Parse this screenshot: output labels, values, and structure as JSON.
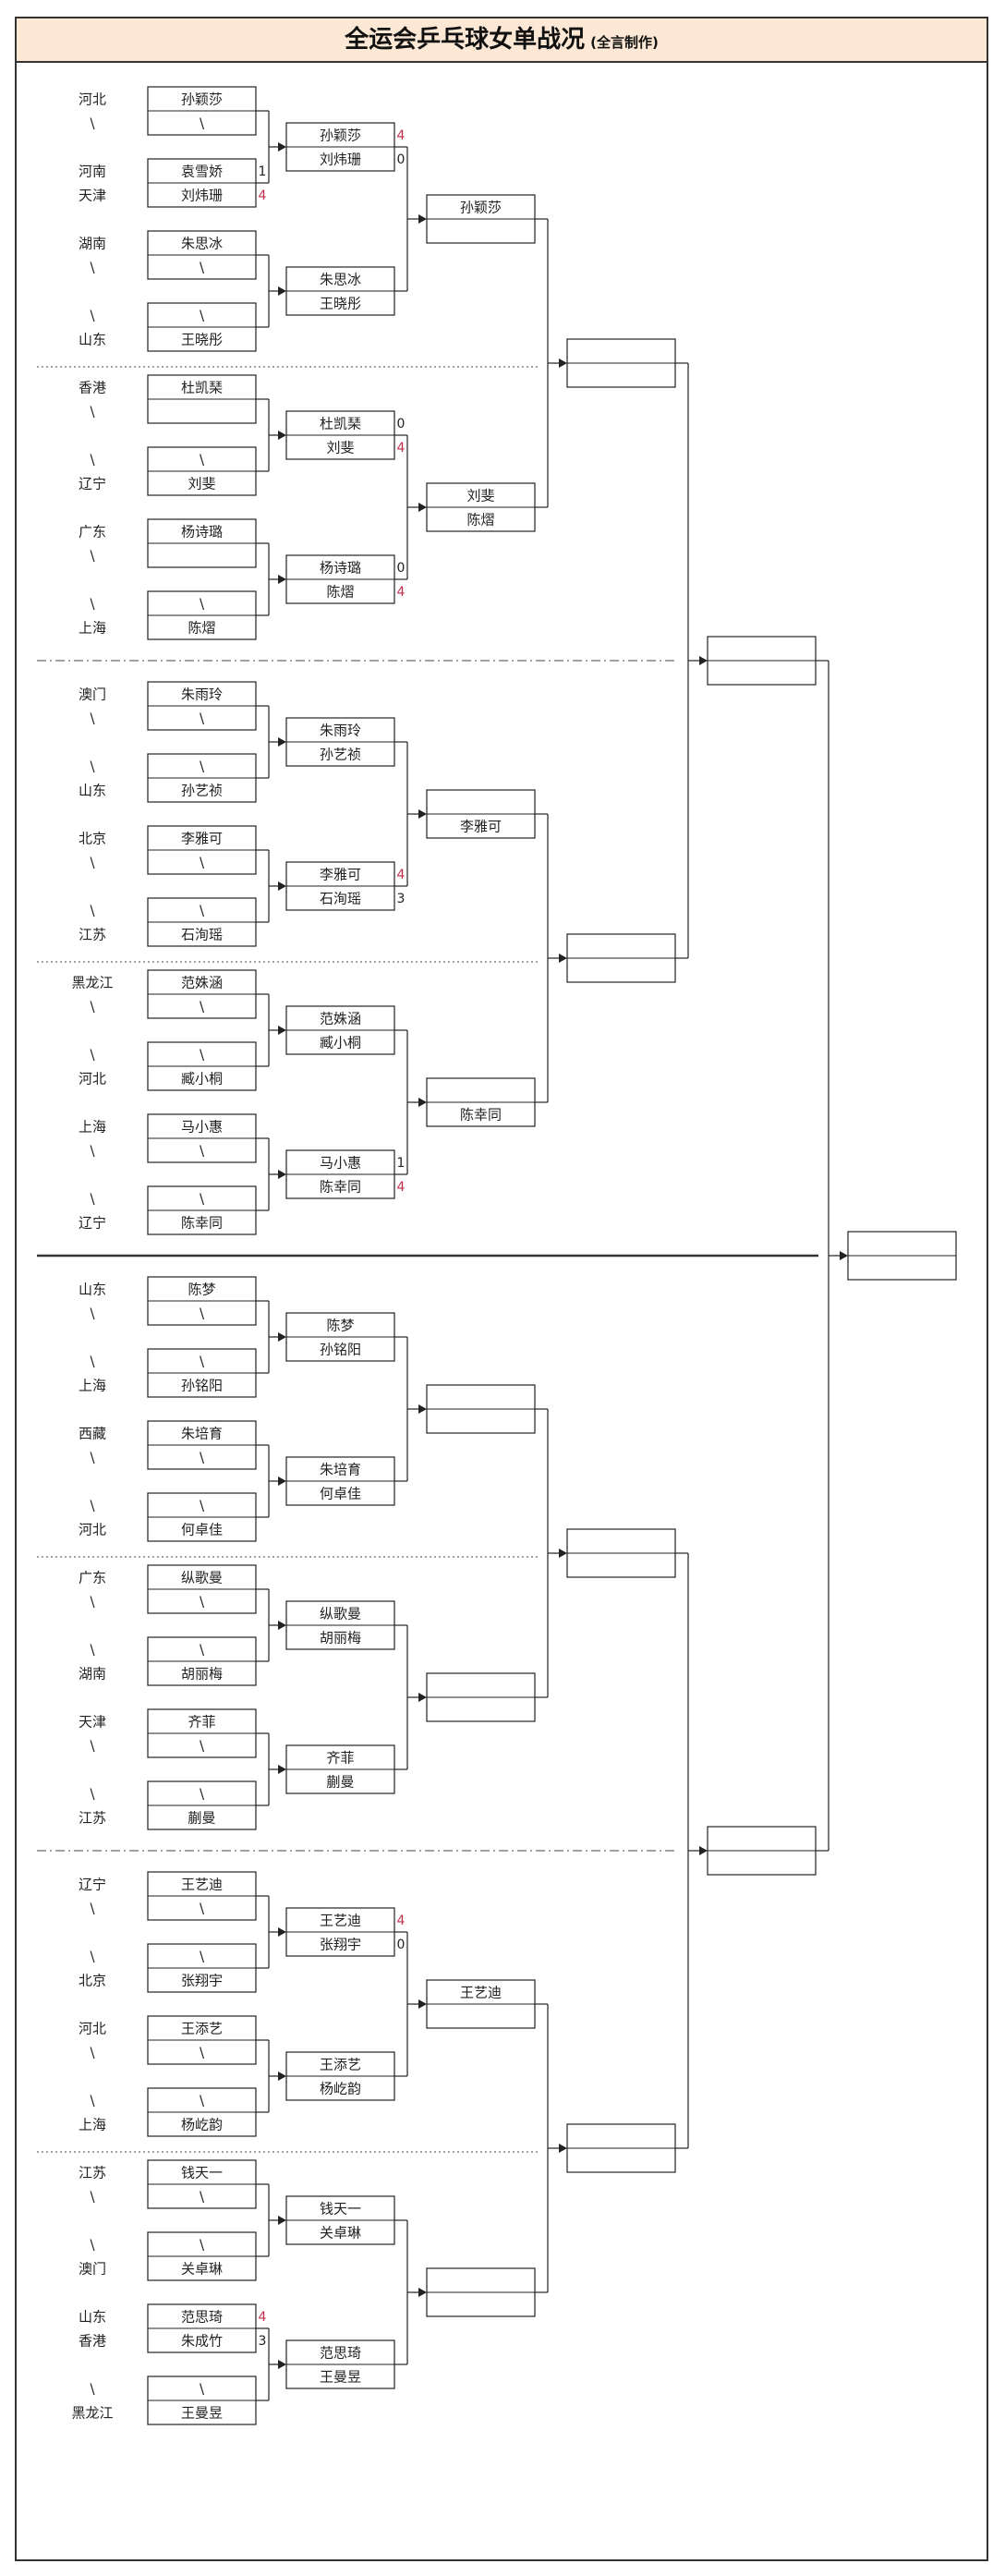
{
  "title": "全运会乒乓球女单战况",
  "subtitle": "(全言制作)",
  "colors": {
    "score_win": "#c0304a",
    "score_loss": "#222222",
    "line": "#222222",
    "title_bg": "#fce8d4"
  },
  "r1": [
    {
      "top": {
        "prov": "河北",
        "name": "孙颖莎",
        "score": ""
      },
      "bot": {
        "prov": "\\",
        "name": "\\",
        "score": ""
      }
    },
    {
      "top": {
        "prov": "河南",
        "name": "袁雪娇",
        "score": "1"
      },
      "bot": {
        "prov": "天津",
        "name": "刘炜珊",
        "score": "4"
      }
    },
    {
      "top": {
        "prov": "湖南",
        "name": "朱思冰",
        "score": ""
      },
      "bot": {
        "prov": "\\",
        "name": "\\",
        "score": ""
      }
    },
    {
      "top": {
        "prov": "\\",
        "name": "\\",
        "score": ""
      },
      "bot": {
        "prov": "山东",
        "name": "王晓彤",
        "score": ""
      }
    },
    {
      "top": {
        "prov": "香港",
        "name": "杜凯琹",
        "score": ""
      },
      "bot": {
        "prov": "\\",
        "name": "",
        "score": ""
      }
    },
    {
      "top": {
        "prov": "\\",
        "name": "\\",
        "score": ""
      },
      "bot": {
        "prov": "辽宁",
        "name": "刘斐",
        "score": ""
      }
    },
    {
      "top": {
        "prov": "广东",
        "name": "杨诗璐",
        "score": ""
      },
      "bot": {
        "prov": "\\",
        "name": "",
        "score": ""
      }
    },
    {
      "top": {
        "prov": "\\",
        "name": "\\",
        "score": ""
      },
      "bot": {
        "prov": "上海",
        "name": "陈熠",
        "score": ""
      }
    },
    {
      "top": {
        "prov": "澳门",
        "name": "朱雨玲",
        "score": ""
      },
      "bot": {
        "prov": "\\",
        "name": "\\",
        "score": ""
      }
    },
    {
      "top": {
        "prov": "\\",
        "name": "\\",
        "score": ""
      },
      "bot": {
        "prov": "山东",
        "name": "孙艺祯",
        "score": ""
      }
    },
    {
      "top": {
        "prov": "北京",
        "name": "李雅可",
        "score": ""
      },
      "bot": {
        "prov": "\\",
        "name": "\\",
        "score": ""
      }
    },
    {
      "top": {
        "prov": "\\",
        "name": "\\",
        "score": ""
      },
      "bot": {
        "prov": "江苏",
        "name": "石洵瑶",
        "score": ""
      }
    },
    {
      "top": {
        "prov": "黑龙江",
        "name": "范姝涵",
        "score": ""
      },
      "bot": {
        "prov": "\\",
        "name": "\\",
        "score": ""
      }
    },
    {
      "top": {
        "prov": "\\",
        "name": "\\",
        "score": ""
      },
      "bot": {
        "prov": "河北",
        "name": "臧小桐",
        "score": ""
      }
    },
    {
      "top": {
        "prov": "上海",
        "name": "马小惠",
        "score": ""
      },
      "bot": {
        "prov": "\\",
        "name": "\\",
        "score": ""
      }
    },
    {
      "top": {
        "prov": "\\",
        "name": "\\",
        "score": ""
      },
      "bot": {
        "prov": "辽宁",
        "name": "陈幸同",
        "score": ""
      }
    },
    {
      "top": {
        "prov": "山东",
        "name": "陈梦",
        "score": ""
      },
      "bot": {
        "prov": "\\",
        "name": "\\",
        "score": ""
      }
    },
    {
      "top": {
        "prov": "\\",
        "name": "\\",
        "score": ""
      },
      "bot": {
        "prov": "上海",
        "name": "孙铭阳",
        "score": ""
      }
    },
    {
      "top": {
        "prov": "西藏",
        "name": "朱培育",
        "score": ""
      },
      "bot": {
        "prov": "\\",
        "name": "\\",
        "score": ""
      }
    },
    {
      "top": {
        "prov": "\\",
        "name": "\\",
        "score": ""
      },
      "bot": {
        "prov": "河北",
        "name": "何卓佳",
        "score": ""
      }
    },
    {
      "top": {
        "prov": "广东",
        "name": "纵歌曼",
        "score": ""
      },
      "bot": {
        "prov": "\\",
        "name": "\\",
        "score": ""
      }
    },
    {
      "top": {
        "prov": "\\",
        "name": "\\",
        "score": ""
      },
      "bot": {
        "prov": "湖南",
        "name": "胡丽梅",
        "score": ""
      }
    },
    {
      "top": {
        "prov": "天津",
        "name": "齐菲",
        "score": ""
      },
      "bot": {
        "prov": "\\",
        "name": "\\",
        "score": ""
      }
    },
    {
      "top": {
        "prov": "\\",
        "name": "\\",
        "score": ""
      },
      "bot": {
        "prov": "江苏",
        "name": "蒯曼",
        "score": ""
      }
    },
    {
      "top": {
        "prov": "辽宁",
        "name": "王艺迪",
        "score": ""
      },
      "bot": {
        "prov": "\\",
        "name": "\\",
        "score": ""
      }
    },
    {
      "top": {
        "prov": "\\",
        "name": "\\",
        "score": ""
      },
      "bot": {
        "prov": "北京",
        "name": "张翔宇",
        "score": ""
      }
    },
    {
      "top": {
        "prov": "河北",
        "name": "王添艺",
        "score": ""
      },
      "bot": {
        "prov": "\\",
        "name": "\\",
        "score": ""
      }
    },
    {
      "top": {
        "prov": "\\",
        "name": "\\",
        "score": ""
      },
      "bot": {
        "prov": "上海",
        "name": "杨屹韵",
        "score": ""
      }
    },
    {
      "top": {
        "prov": "江苏",
        "name": "钱天一",
        "score": ""
      },
      "bot": {
        "prov": "\\",
        "name": "\\",
        "score": ""
      }
    },
    {
      "top": {
        "prov": "\\",
        "name": "\\",
        "score": ""
      },
      "bot": {
        "prov": "澳门",
        "name": "关卓琳",
        "score": ""
      }
    },
    {
      "top": {
        "prov": "山东",
        "name": "范思琦",
        "score": "4"
      },
      "bot": {
        "prov": "香港",
        "name": "朱成竹",
        "score": "3"
      }
    },
    {
      "top": {
        "prov": "\\",
        "name": "\\",
        "score": ""
      },
      "bot": {
        "prov": "黑龙江",
        "name": "王曼昱",
        "score": ""
      }
    }
  ],
  "r2": [
    {
      "top": {
        "name": "孙颖莎",
        "score": "4"
      },
      "bot": {
        "name": "刘炜珊",
        "score": "0"
      }
    },
    {
      "top": {
        "name": "朱思冰",
        "score": ""
      },
      "bot": {
        "name": "王晓彤",
        "score": ""
      }
    },
    {
      "top": {
        "name": "杜凯琹",
        "score": "0"
      },
      "bot": {
        "name": "刘斐",
        "score": "4"
      }
    },
    {
      "top": {
        "name": "杨诗璐",
        "score": "0"
      },
      "bot": {
        "name": "陈熠",
        "score": "4"
      }
    },
    {
      "top": {
        "name": "朱雨玲",
        "score": ""
      },
      "bot": {
        "name": "孙艺祯",
        "score": ""
      }
    },
    {
      "top": {
        "name": "李雅可",
        "score": "4"
      },
      "bot": {
        "name": "石洵瑶",
        "score": "3"
      }
    },
    {
      "top": {
        "name": "范姝涵",
        "score": ""
      },
      "bot": {
        "name": "臧小桐",
        "score": ""
      }
    },
    {
      "top": {
        "name": "马小惠",
        "score": "1"
      },
      "bot": {
        "name": "陈幸同",
        "score": "4"
      }
    },
    {
      "top": {
        "name": "陈梦",
        "score": ""
      },
      "bot": {
        "name": "孙铭阳",
        "score": ""
      }
    },
    {
      "top": {
        "name": "朱培育",
        "score": ""
      },
      "bot": {
        "name": "何卓佳",
        "score": ""
      }
    },
    {
      "top": {
        "name": "纵歌曼",
        "score": ""
      },
      "bot": {
        "name": "胡丽梅",
        "score": ""
      }
    },
    {
      "top": {
        "name": "齐菲",
        "score": ""
      },
      "bot": {
        "name": "蒯曼",
        "score": ""
      }
    },
    {
      "top": {
        "name": "王艺迪",
        "score": "4"
      },
      "bot": {
        "name": "张翔宇",
        "score": "0"
      }
    },
    {
      "top": {
        "name": "王添艺",
        "score": ""
      },
      "bot": {
        "name": "杨屹韵",
        "score": ""
      }
    },
    {
      "top": {
        "name": "钱天一",
        "score": ""
      },
      "bot": {
        "name": "关卓琳",
        "score": ""
      }
    },
    {
      "top": {
        "name": "范思琦",
        "score": ""
      },
      "bot": {
        "name": "王曼昱",
        "score": ""
      }
    }
  ],
  "r3": [
    {
      "top": {
        "name": "孙颖莎",
        "score": ""
      },
      "bot": {
        "name": "",
        "score": ""
      }
    },
    {
      "top": {
        "name": "刘斐",
        "score": ""
      },
      "bot": {
        "name": "陈熠",
        "score": ""
      }
    },
    {
      "top": {
        "name": "",
        "score": ""
      },
      "bot": {
        "name": "李雅可",
        "score": ""
      }
    },
    {
      "top": {
        "name": "",
        "score": ""
      },
      "bot": {
        "name": "陈幸同",
        "score": ""
      }
    },
    {
      "top": {
        "name": "",
        "score": ""
      },
      "bot": {
        "name": "",
        "score": ""
      }
    },
    {
      "top": {
        "name": "",
        "score": ""
      },
      "bot": {
        "name": "",
        "score": ""
      }
    },
    {
      "top": {
        "name": "王艺迪",
        "score": ""
      },
      "bot": {
        "name": "",
        "score": ""
      }
    },
    {
      "top": {
        "name": "",
        "score": ""
      },
      "bot": {
        "name": "",
        "score": ""
      }
    }
  ],
  "r4": [
    {
      "top": {
        "name": "",
        "score": ""
      },
      "bot": {
        "name": "",
        "score": ""
      }
    },
    {
      "top": {
        "name": "",
        "score": ""
      },
      "bot": {
        "name": "",
        "score": ""
      }
    },
    {
      "top": {
        "name": "",
        "score": ""
      },
      "bot": {
        "name": "",
        "score": ""
      }
    },
    {
      "top": {
        "name": "",
        "score": ""
      },
      "bot": {
        "name": "",
        "score": ""
      }
    }
  ],
  "r5": [
    {
      "top": {
        "name": "",
        "score": ""
      },
      "bot": {
        "name": "",
        "score": ""
      }
    },
    {
      "top": {
        "name": "",
        "score": ""
      },
      "bot": {
        "name": "",
        "score": ""
      }
    }
  ],
  "r6": [
    {
      "top": {
        "name": "",
        "score": ""
      },
      "bot": {
        "name": "",
        "score": ""
      }
    }
  ]
}
